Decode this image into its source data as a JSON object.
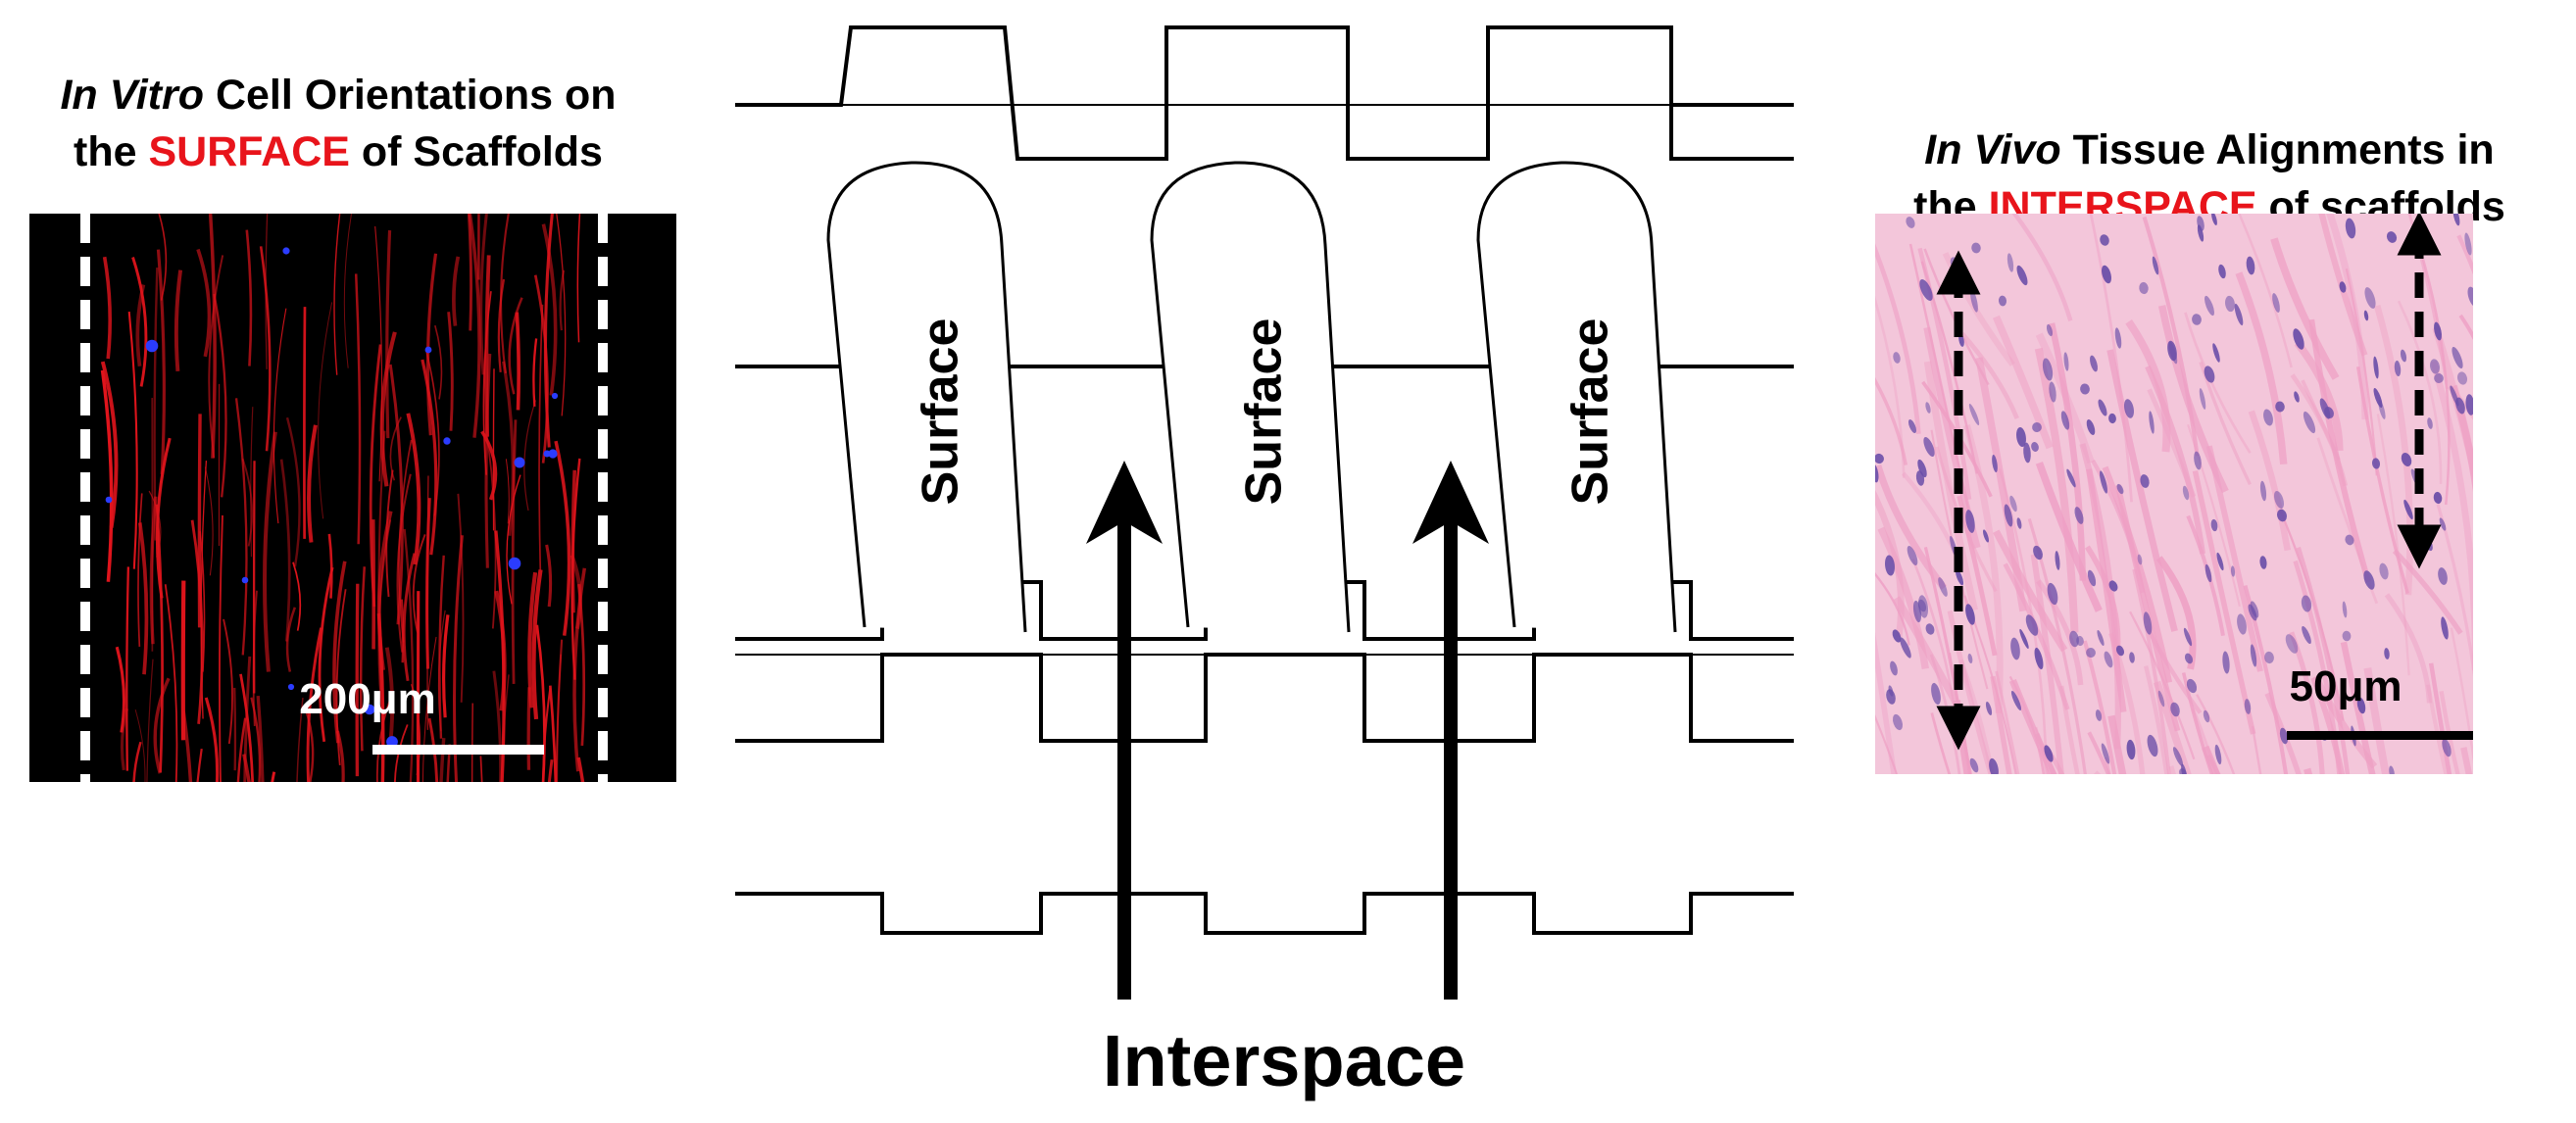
{
  "left_panel": {
    "caption_em": "In Vitro",
    "caption_rest_1": " Cell Orientations on",
    "caption_line2_pre": "the ",
    "caption_highlight": "SURFACE",
    "caption_line2_post": " of Scaffolds",
    "scale_bar": "200μm",
    "colors": {
      "fiber": "#e0141c",
      "nuclei": "#2b3cff",
      "background": "#000000",
      "dashes": "#ffffff"
    }
  },
  "right_panel": {
    "caption_em": "In Vivo",
    "caption_rest_1": " Tissue Alignments in",
    "caption_line2_pre": "the ",
    "caption_highlight": "INTERSPACE",
    "caption_line2_post": " of scaffolds",
    "scale_bar": "50μm",
    "colors": {
      "tissue": "#ee9fc4",
      "nuclei": "#6a4ea8",
      "arrows": "#000000"
    }
  },
  "diagram": {
    "surface_labels": [
      "Surface",
      "Surface",
      "Surface"
    ],
    "interspace_label": "Interspace"
  },
  "accent_color": "#e8141b"
}
